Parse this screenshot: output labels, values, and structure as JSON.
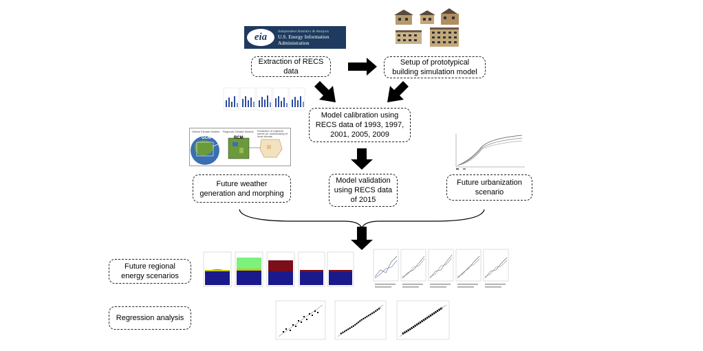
{
  "logo": {
    "mark": "eia",
    "tagline": "Independent Statistics & Analysis",
    "line1": "U.S. Energy Information",
    "line2": "Administration"
  },
  "boxes": {
    "extraction": "Extraction of RECS\ndata",
    "setup": "Setup of prototypical\nbuilding simulation model",
    "calibration": "Model calibration using\nRECS data of 1993, 1997,\n2001, 2005, 2009",
    "weather": "Future weather\ngeneration and morphing",
    "validation": "Model validation\nusing RECS data\nof 2015",
    "urbanization": "Future urbanization\nscenario",
    "regional": "Future regional\nenergy scenarios",
    "regression": "Regression analysis"
  },
  "climate_figure": {
    "labels": [
      "Global Climate Models",
      "Regional Climate Models",
      "Extraction of regional series for downscaling of local climate"
    ],
    "gcm": "GCM",
    "rcm": "RCM"
  },
  "colors": {
    "arrow": "#000000",
    "dashed_border": "#222222",
    "eia_bg": "#1e3a5f",
    "bar_blue": "#2b4a9b",
    "area_navy": "#1a1a8c",
    "area_green": "#7cf27c",
    "area_maroon": "#7a0f1a",
    "area_yellow": "#c8c800",
    "globe_green": "#6a9a3a",
    "globe_blue": "#3b6fb0"
  }
}
